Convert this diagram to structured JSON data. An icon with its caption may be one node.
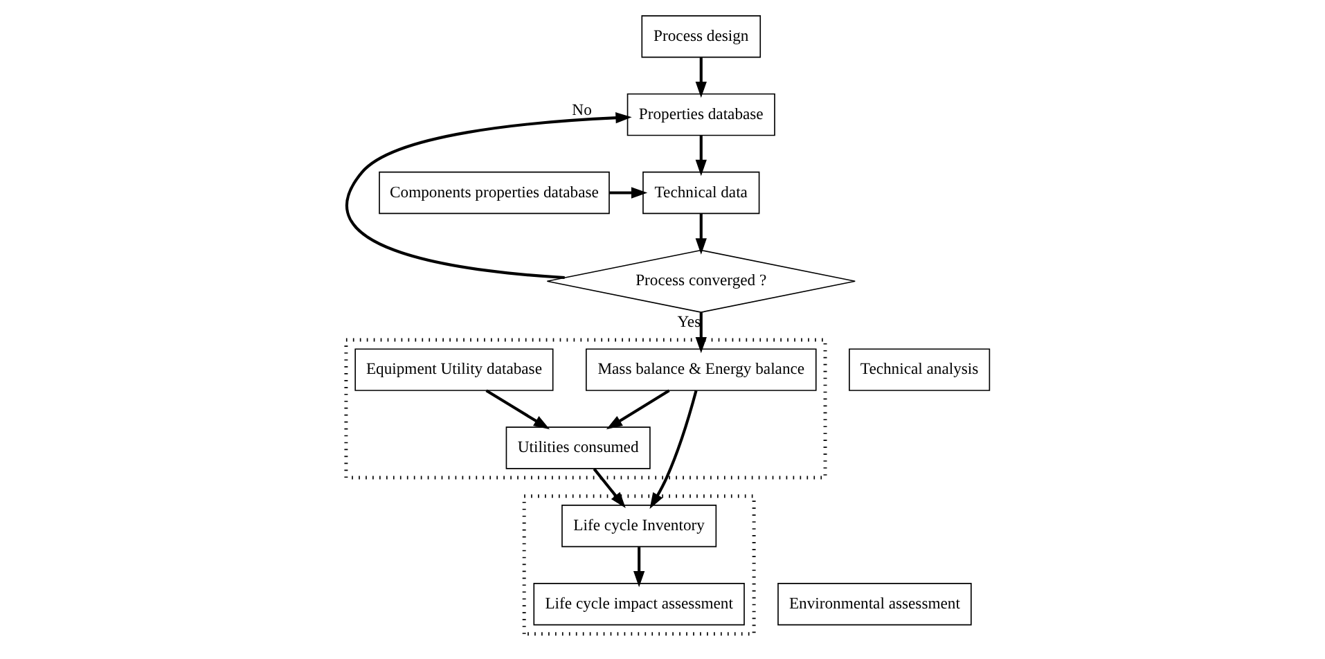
{
  "diagram": {
    "nodes": [
      {
        "text": [
          "Process design"
        ]
      },
      {
        "text": [
          "Properties database"
        ]
      },
      {
        "text": [
          "Components properties database"
        ]
      },
      {
        "text": [
          "Technical data"
        ]
      },
      {
        "text": [
          "Process converged ?"
        ]
      },
      {
        "text": [],
        "shape": "box"
      },
      {
        "text": [
          "Mass balance & Energy balance"
        ],
        "in": 5
      },
      {
        "text": [
          "Equipment Utility database"
        ],
        "in": 5
      },
      {
        "text": [
          "Utilities consumed"
        ],
        "in": 5
      },
      {
        "text": [],
        "shape": "box"
      },
      {
        "text": [
          "Life cycle Inventory"
        ],
        "in": 9
      },
      {
        "text": [
          "Life cycle impact assessment"
        ],
        "in": 9
      },
      {
        "text": [
          "Technical analysis"
        ]
      },
      {
        "text": [
          "Environmental assessment"
        ]
      }
    ],
    "edges": [
      {
        "from": 0,
        "to": 1,
        "arrow": "to"
      },
      {
        "from": 1,
        "to": 3,
        "arrow": "to"
      },
      {
        "from": 2,
        "to": 3,
        "arrow": "to"
      },
      {
        "from": 3,
        "to": 4,
        "arrow": "to"
      },
      {
        "from": 4,
        "to": 1,
        "arrow": "to",
        "label": "No"
      },
      {
        "from": 4,
        "to": 6,
        "arrow": "to",
        "label": "Yes"
      },
      {
        "from": 6,
        "to": 8,
        "arrow": "to"
      },
      {
        "from": 7,
        "to": 8,
        "arrow": "to"
      },
      {
        "from": 6,
        "to": 10,
        "arrow": "to"
      },
      {
        "from": 8,
        "to": 10,
        "arrow": "to"
      },
      {
        "from": 10,
        "to": 11,
        "arrow": "to"
      }
    ]
  }
}
